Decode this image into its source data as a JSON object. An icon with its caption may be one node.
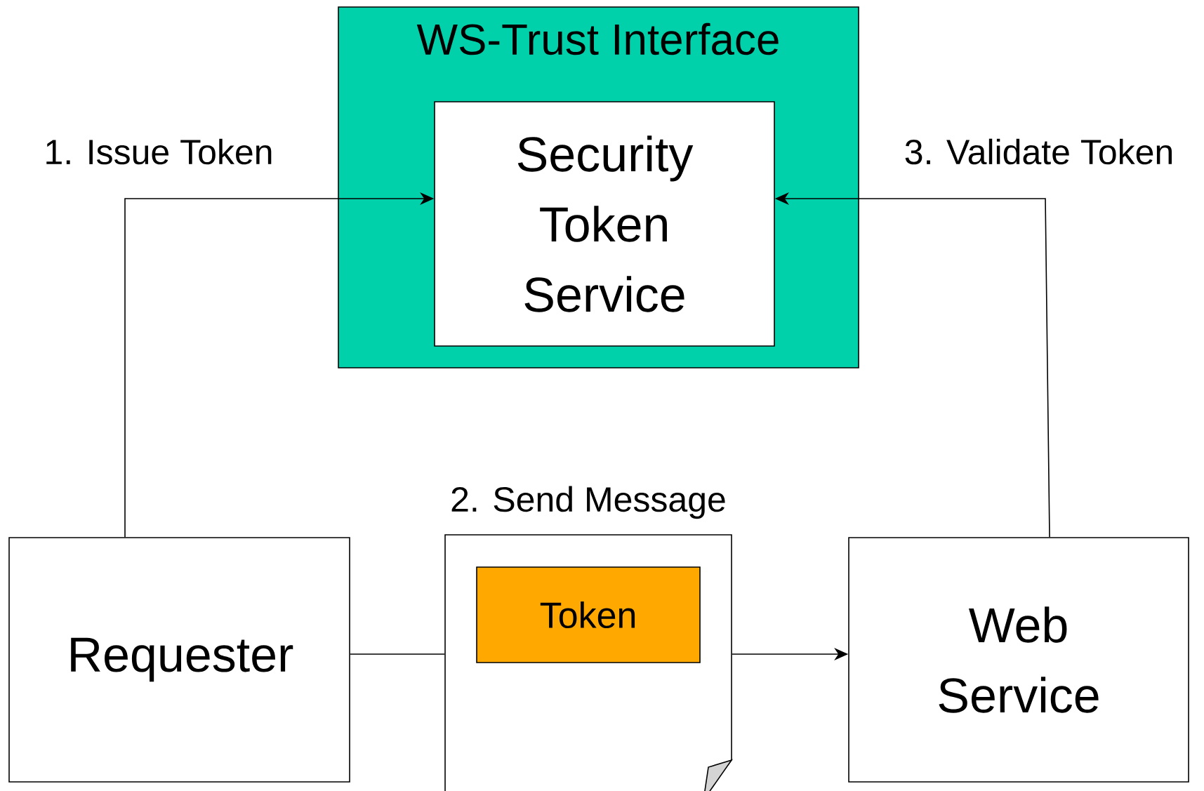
{
  "diagram": {
    "nodes": [
      {
        "text": [
          "WS-Trust Interface"
        ]
      },
      {
        "text": [
          "Security Token Service"
        ],
        "in": 0
      },
      {
        "text": [
          "Requester"
        ]
      },
      {
        "text": [],
        "shape": "document",
        "beside": [
          "2. Send Message"
        ]
      },
      {
        "text": [
          "Token"
        ],
        "in": 3
      },
      {
        "text": [
          "Web Service"
        ]
      }
    ],
    "edges": [
      {
        "from": 2,
        "to": 1,
        "arrow": "to",
        "label": "1. Issue Token"
      },
      {
        "from": 5,
        "to": 1,
        "arrow": "to",
        "label": "3. Validate Token"
      },
      {
        "from": 2,
        "to": 3,
        "arrow": "none"
      },
      {
        "from": 3,
        "to": 5,
        "arrow": "to"
      }
    ]
  }
}
